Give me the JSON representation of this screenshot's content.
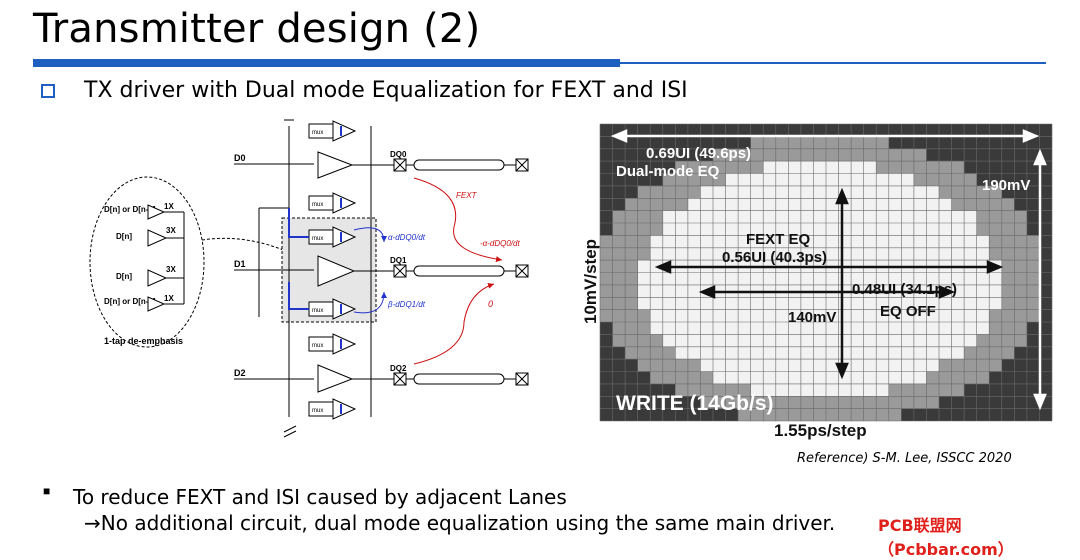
{
  "slide": {
    "title": "Transmitter design (2)",
    "subtitle": "TX driver with Dual mode Equalization for FEXT and ISI",
    "reference": "Reference) S-M. Lee, ISSCC 2020",
    "bullet_line1": "To reduce FEXT and ISI caused by adjacent Lanes",
    "bullet_line2": "→No additional circuit, dual mode equalization using the same main driver.",
    "watermark": "PCB联盟网（Pcbbar.com）"
  },
  "circuit": {
    "inputs": [
      "D0",
      "D1",
      "D2"
    ],
    "outputs": [
      "DQ0",
      "DQ1",
      "DQ2"
    ],
    "mux_label": "mux",
    "fext_label": "FEXT",
    "cancel_labels": [
      "α-dDQ0/dt",
      "-α-dDQ0/dt",
      "β-dDQ1/dt",
      "0"
    ],
    "deemph": {
      "caption": "1-tap de-emphasis",
      "rows": [
        {
          "in": "D[n] or D[n-1]",
          "gain": "1X"
        },
        {
          "in": "D[n]",
          "gain": "3X"
        },
        {
          "in": "D[n]",
          "gain": "3X"
        },
        {
          "in": "D[n] or D[n-1]",
          "gain": "1X"
        }
      ]
    }
  },
  "eye": {
    "labels": {
      "dual_mode_width": "0.69UI (49.6ps)",
      "dual_mode": "Dual-mode EQ",
      "height_right": "190mV",
      "fext_eq": "FEXT EQ",
      "fext_width": "0.56UI (40.3ps)",
      "off_width": "0.48UI (34.1ps)",
      "height_mid": "140mV",
      "eq_off": "EQ OFF",
      "mode": "WRITE (14Gb/s)",
      "xstep": "1.55ps/step",
      "ystep": "10mV/step"
    },
    "colors": {
      "dark": "#3a3a3a",
      "grey": "#9a9a9a",
      "light": "#f2f2f2"
    }
  }
}
